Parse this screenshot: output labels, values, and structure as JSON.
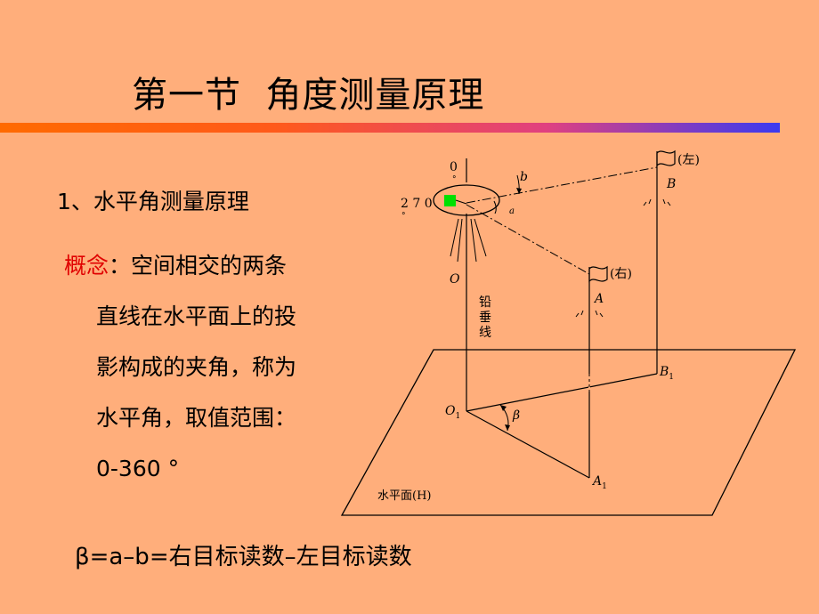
{
  "title": "第一节  角度测量原理",
  "heading": "1、水平角测量原理",
  "concept": {
    "keyword": "概念",
    "colon": "：",
    "lines": [
      "空间相交的两条",
      "直线在水平面上的投",
      "影构成的夹角，称为",
      "水平角，取值范围：",
      "0-360 °"
    ]
  },
  "formula": "β=a–b=右目标读数–左目标读数",
  "diagram": {
    "zero": "0",
    "two_seventy": "2 7 0",
    "b_label": "b",
    "a_label": "a",
    "left_target": "(左)",
    "right_target": "(右)",
    "B": "B",
    "A": "A",
    "O": "O",
    "plumb": [
      "铅",
      "垂",
      "线"
    ],
    "B1": "B",
    "A1": "A",
    "O1": "O",
    "sub": "1",
    "beta": "β",
    "plane": "水平面(H)"
  },
  "colors": {
    "background": "#FFAE7B",
    "keyword": "#E00000",
    "marker": "#00E000"
  }
}
